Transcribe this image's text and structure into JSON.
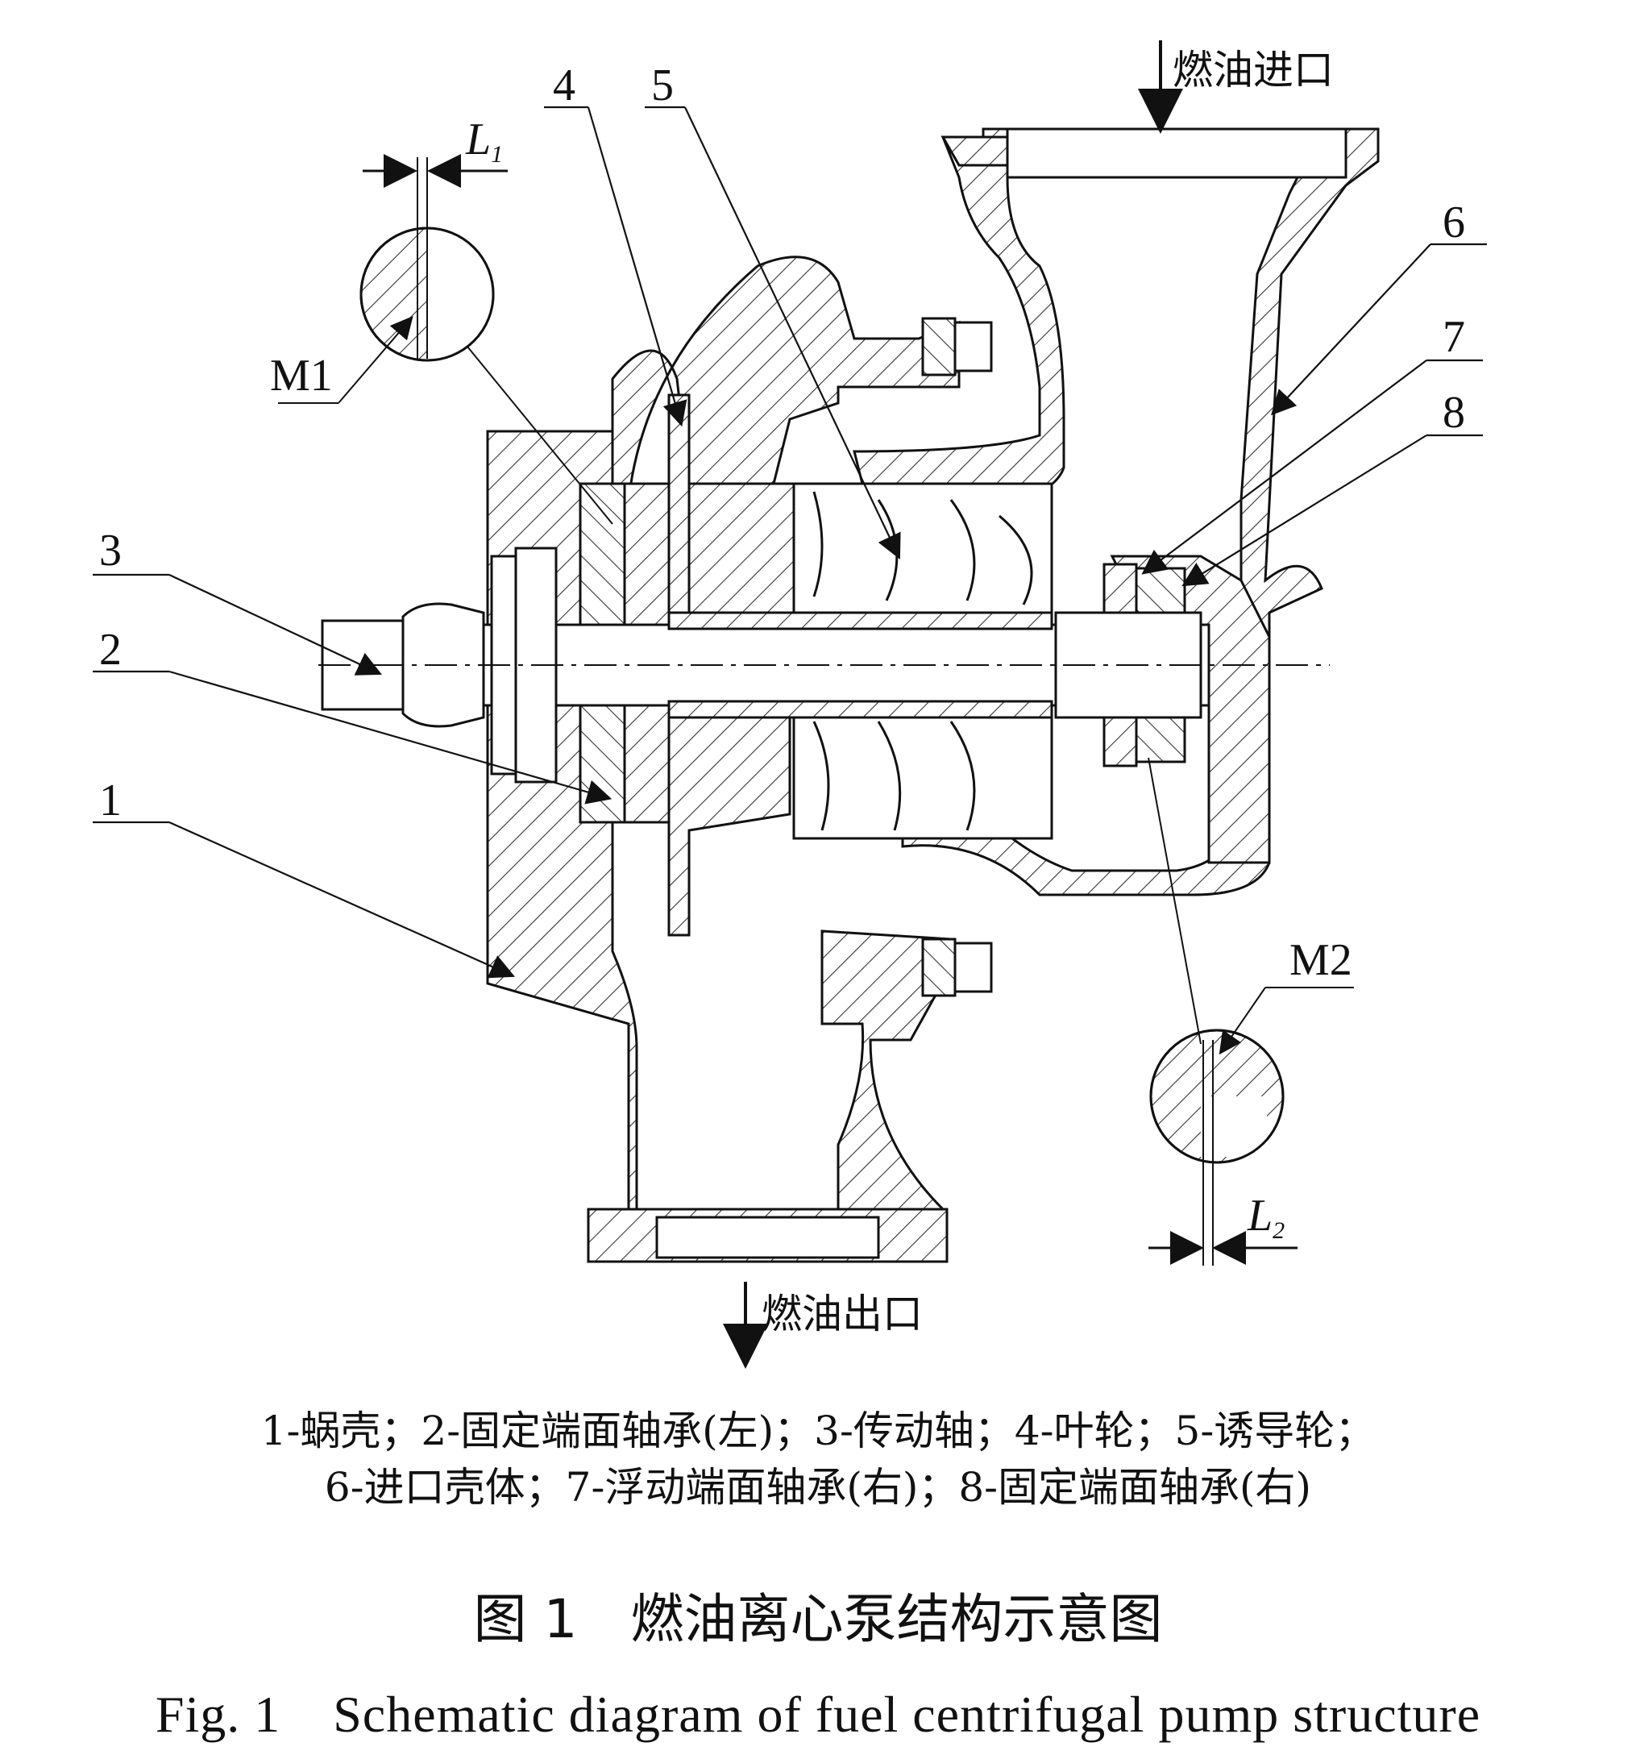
{
  "labels": {
    "inlet": "燃油进口",
    "outlet": "燃油出口",
    "p1": "1",
    "p2": "2",
    "p3": "3",
    "p4": "4",
    "p5": "5",
    "p6": "6",
    "p7": "7",
    "p8": "8",
    "m1": "M1",
    "m2": "M2",
    "l1_main": "L",
    "l1_sub": "1",
    "l2_main": "L",
    "l2_sub": "2"
  },
  "legend": {
    "line1": "1-蜗壳；2-固定端面轴承(左)；3-传动轴；4-叶轮；5-诱导轮；",
    "line2": "6-进口壳体；7-浮动端面轴承(右)；8-固定端面轴承(右)"
  },
  "caption": {
    "cn": "图 1　燃油离心泵结构示意图",
    "en": "Fig. 1　Schematic diagram of fuel centrifugal pump structure"
  },
  "colors": {
    "line": "#111111",
    "hatch": "#333333",
    "fill": "#ffffff"
  }
}
